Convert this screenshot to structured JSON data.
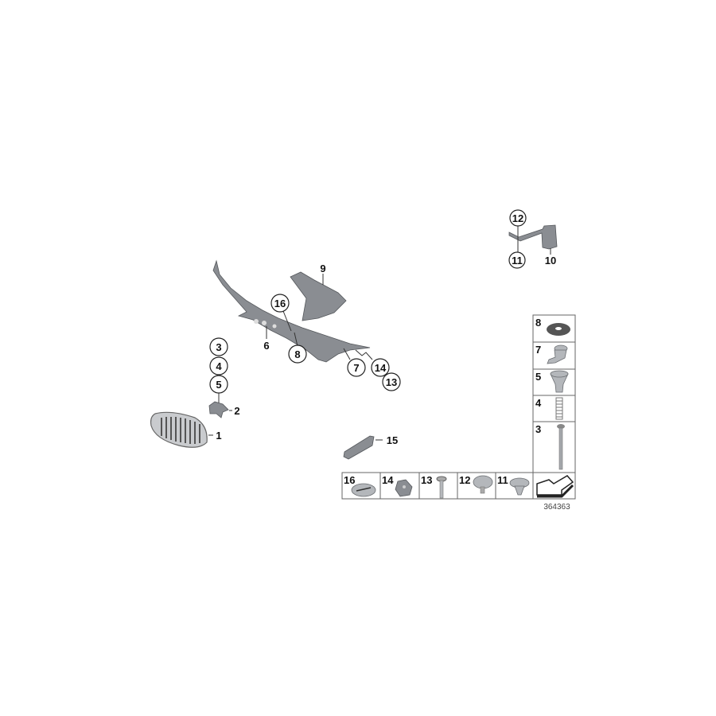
{
  "diagram": {
    "reference_number": "364363",
    "callouts": {
      "c12": "12",
      "c11": "11",
      "c10": "10",
      "c9": "9",
      "c16": "16",
      "c8": "8",
      "c6": "6",
      "c7": "7",
      "c14": "14",
      "c13": "13",
      "c3": "3",
      "c4": "4",
      "c5": "5",
      "c2": "2",
      "c1": "1",
      "c15": "15"
    },
    "parts_table": {
      "column": [
        "8",
        "7",
        "5",
        "4",
        "3"
      ],
      "row": [
        "16",
        "14",
        "13",
        "12",
        "11"
      ]
    },
    "icons": [
      "grille",
      "cowl-panel",
      "cover",
      "bracket",
      "washer",
      "clip",
      "nut",
      "spring",
      "bolt",
      "plug",
      "screw",
      "rivet",
      "arrow"
    ],
    "colors": {
      "part": "#8a8d92",
      "line": "#222222"
    }
  }
}
